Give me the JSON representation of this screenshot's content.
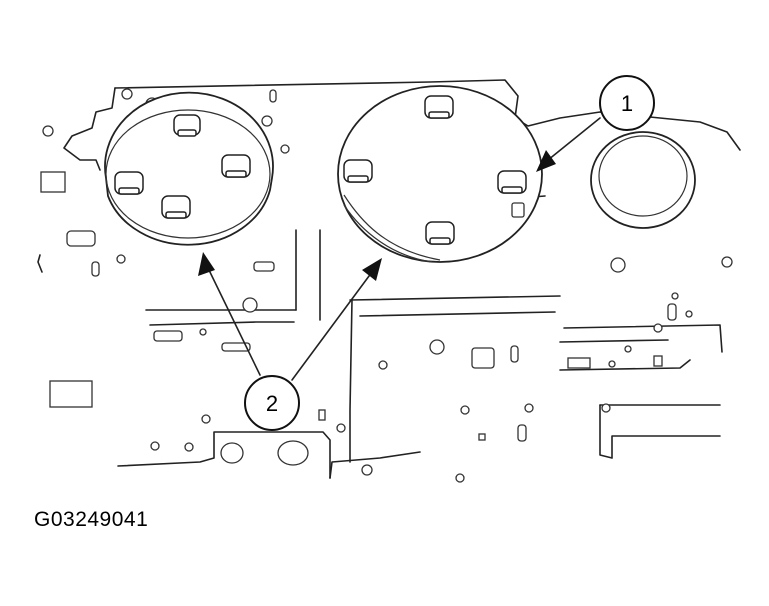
{
  "figure": {
    "id_label": "G03249041"
  },
  "callouts": [
    {
      "label": "1"
    },
    {
      "label": "2"
    }
  ]
}
